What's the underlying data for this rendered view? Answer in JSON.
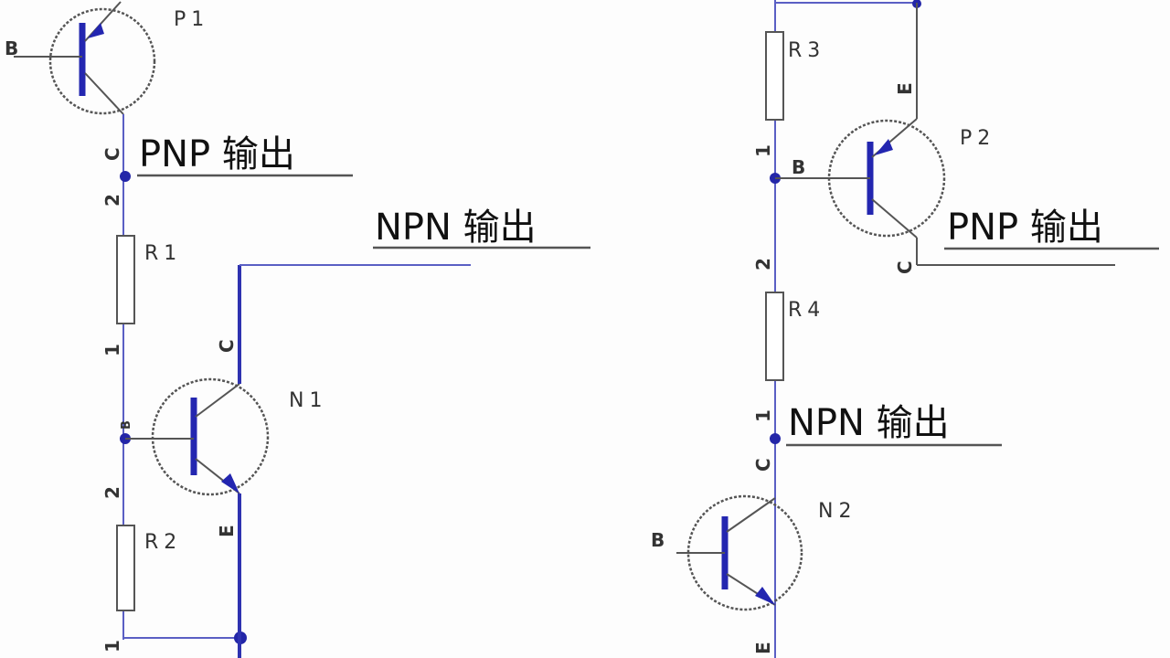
{
  "colors": {
    "wire": "#5a5fc4",
    "transistor_bar": "#2326b0",
    "text": "#111111"
  },
  "left": {
    "p1": {
      "ref": "P1",
      "base": "B",
      "collector": "C"
    },
    "pnp_output": "PNP 输出",
    "npn_output": "NPN 输出",
    "r1": {
      "ref": "R1",
      "pin_top": "2",
      "pin_bottom": "1"
    },
    "r2": {
      "ref": "R2",
      "pin_top": "2",
      "pin_bottom": "1"
    },
    "n1": {
      "ref": "N1",
      "base": "B",
      "collector": "C",
      "emitter": "E"
    }
  },
  "right": {
    "r3": {
      "ref": "R3",
      "pin_bottom": "1"
    },
    "p2": {
      "ref": "P2",
      "base": "B",
      "emitter": "E",
      "collector": "C"
    },
    "pnp_output": "PNP 输出",
    "r4": {
      "ref": "R4",
      "pin_top": "2",
      "pin_bottom": "1"
    },
    "npn_output": "NPN 输出",
    "n2": {
      "ref": "N2",
      "base": "B",
      "collector": "C",
      "emitter": "E"
    }
  }
}
